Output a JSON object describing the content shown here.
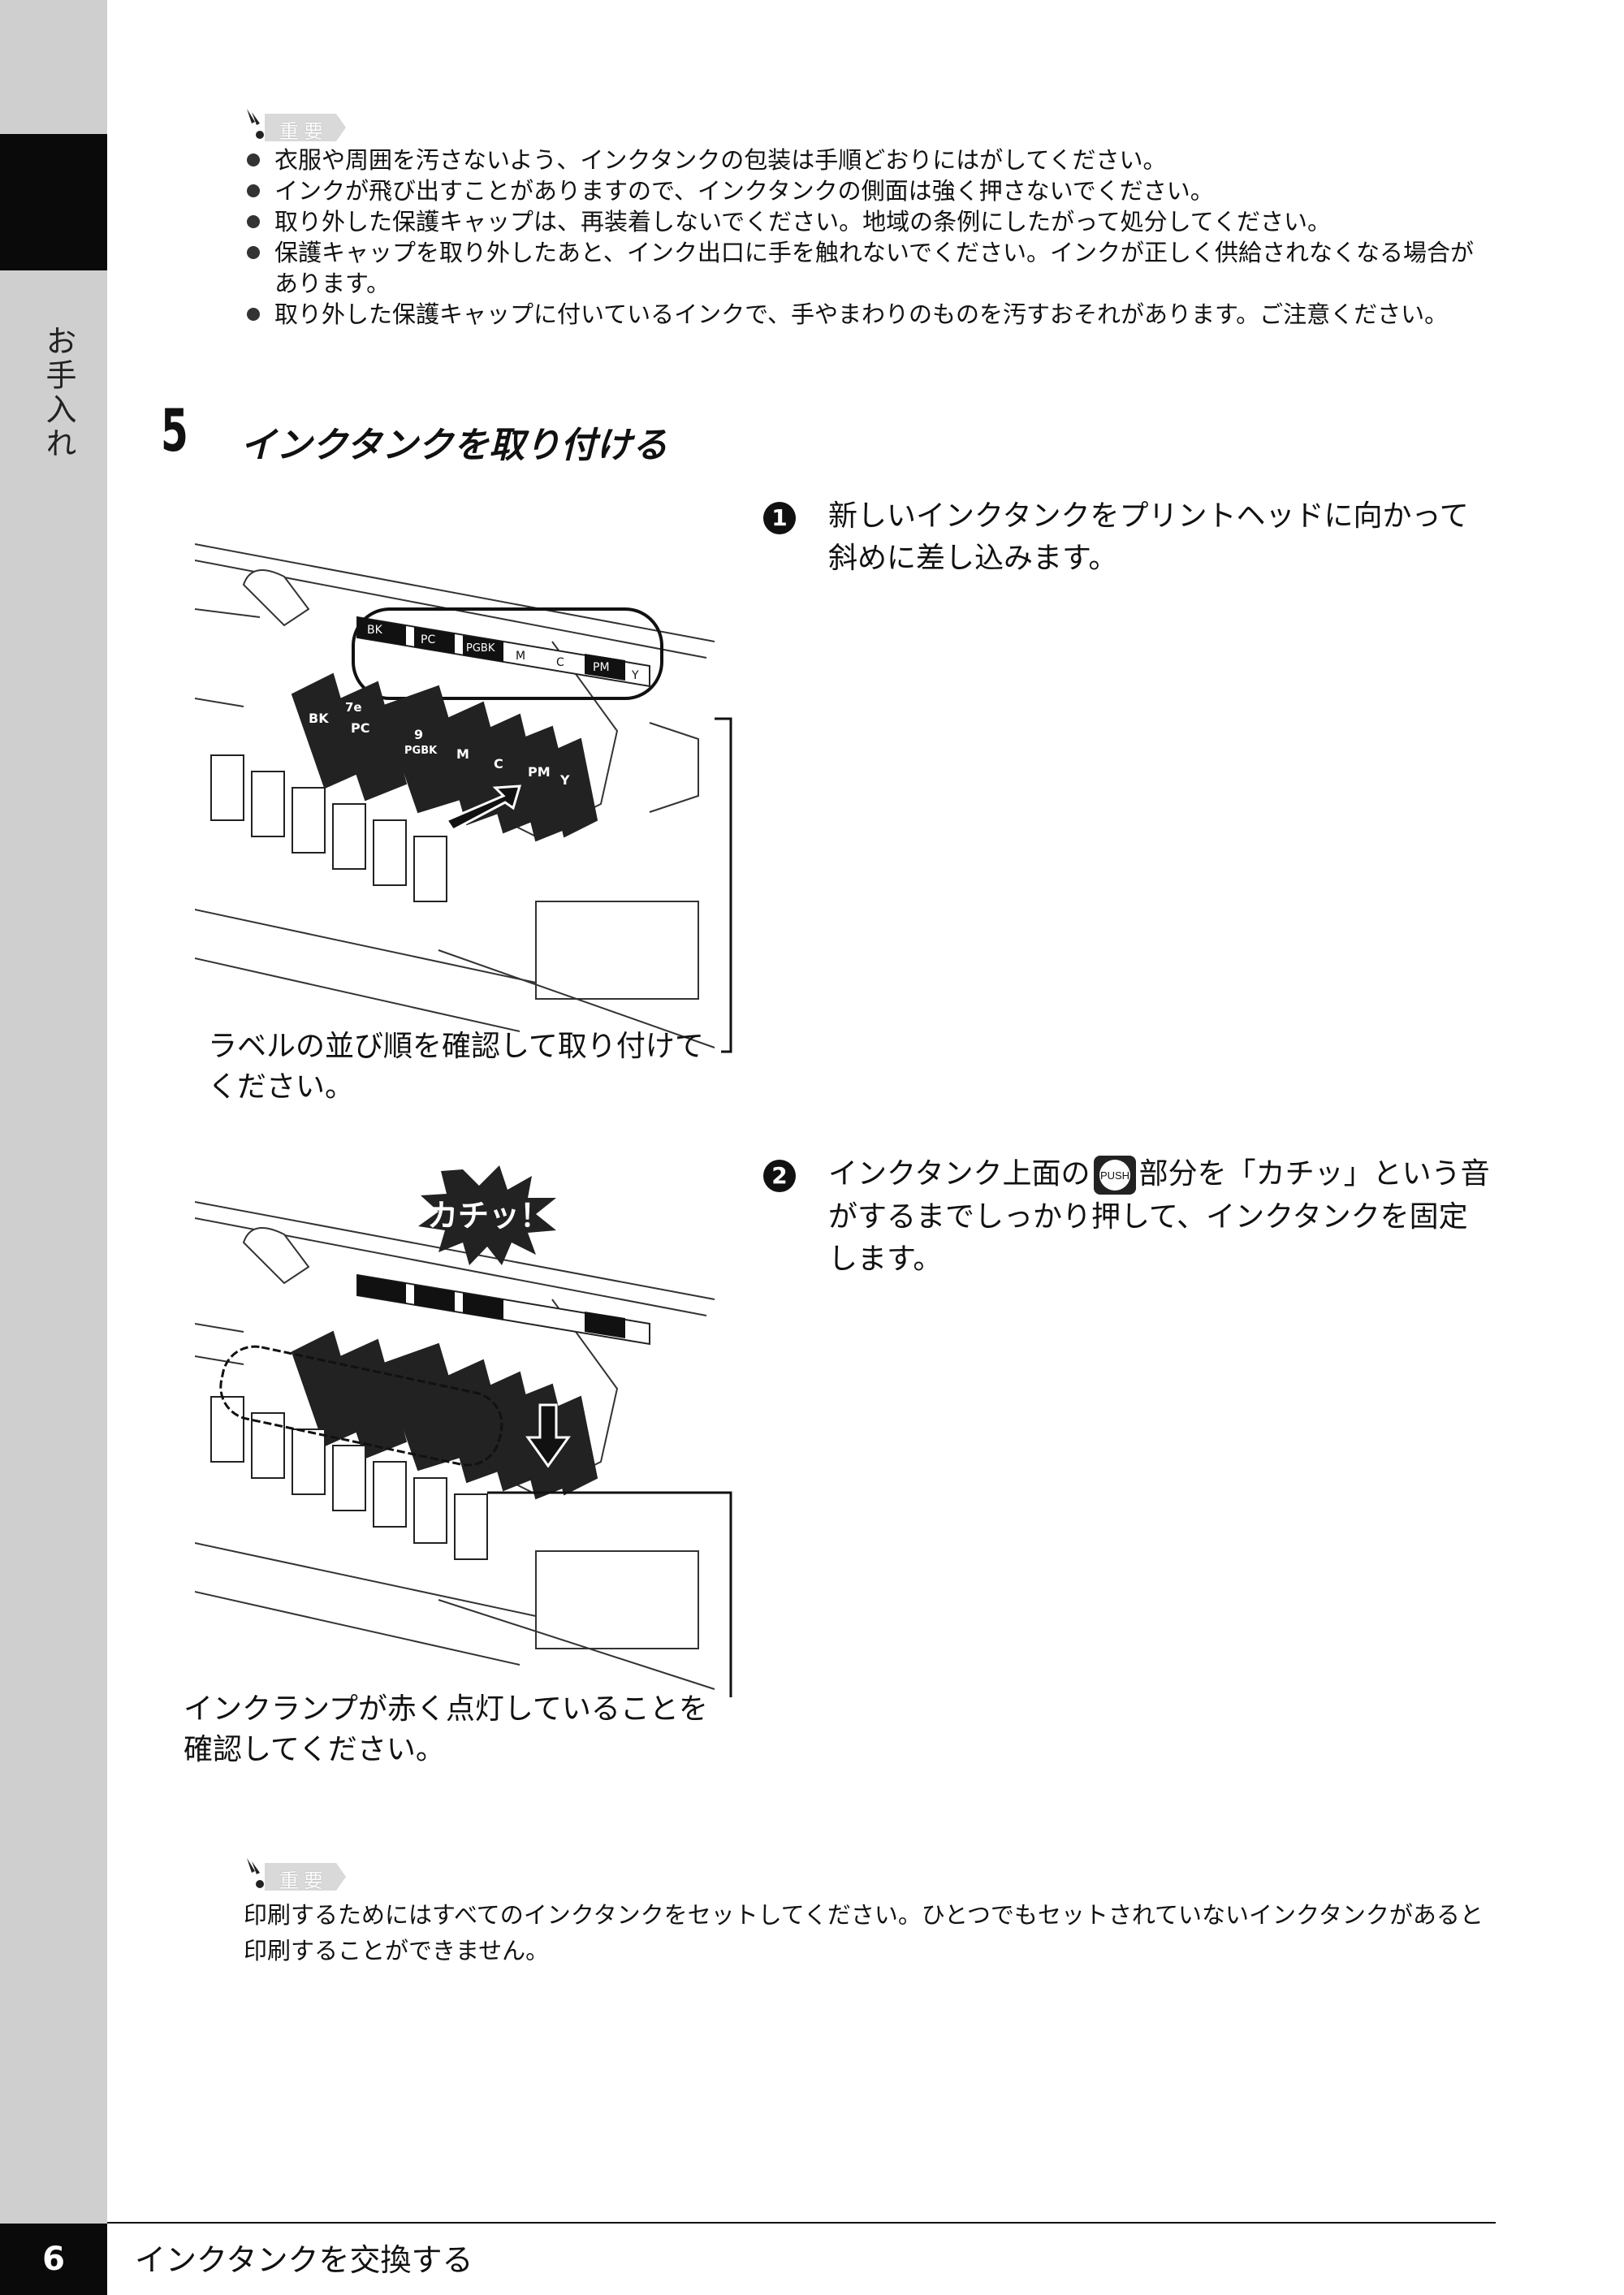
{
  "sidebar": {
    "tab_label": "お手入れ"
  },
  "note_badge": "重要",
  "important_notes": [
    "衣服や周囲を汚さないよう、インクタンクの包装は手順どおりにはがしてください。",
    "インクが飛び出すことがありますので、インクタンクの側面は強く押さないでください。",
    "取り外した保護キャップは、再装着しないでください。地域の条例にしたがって処分してください。",
    "保護キャップを取り外したあと、インク出口に手を触れないでください。インクが正しく供給されなくなる場合があります。",
    "取り外した保護キャップに付いているインクで、手やまわりのものを汚すおそれがあります。ご注意ください。"
  ],
  "step": {
    "number": "5",
    "title": "インクタンクを取り付ける"
  },
  "substeps": [
    {
      "marker": "1",
      "text": "新しいインクタンクをプリントヘッドに向かって斜めに差し込みます。"
    },
    {
      "marker": "2",
      "text_before": "インクタンク上面の",
      "icon_label": "PUSH",
      "text_after": "部分を「カチッ」という音がするまでしっかり押して、インクタンクを固定します。"
    }
  ],
  "illustration1": {
    "caption": "ラベルの並び順を確認して取り付けてください。",
    "slot_labels": [
      "BK",
      "PC",
      "PGBK",
      "M",
      "C",
      "PM",
      "Y"
    ],
    "tank_labels": [
      "BK",
      "PC",
      "9",
      "M",
      "C",
      "PM",
      "Y"
    ],
    "tank_sub": "PGBK",
    "tank_code": "7e"
  },
  "illustration2": {
    "burst_text": "カチッ！",
    "caption": "インクランプが赤く点灯していることを確認してください。"
  },
  "bottom_note": "印刷するためにはすべてのインクタンクをセットしてください。ひとつでもセットされていないインクタンクがあると印刷することができません。",
  "footer": {
    "page_number": "6",
    "title": "インクタンクを交換する"
  }
}
